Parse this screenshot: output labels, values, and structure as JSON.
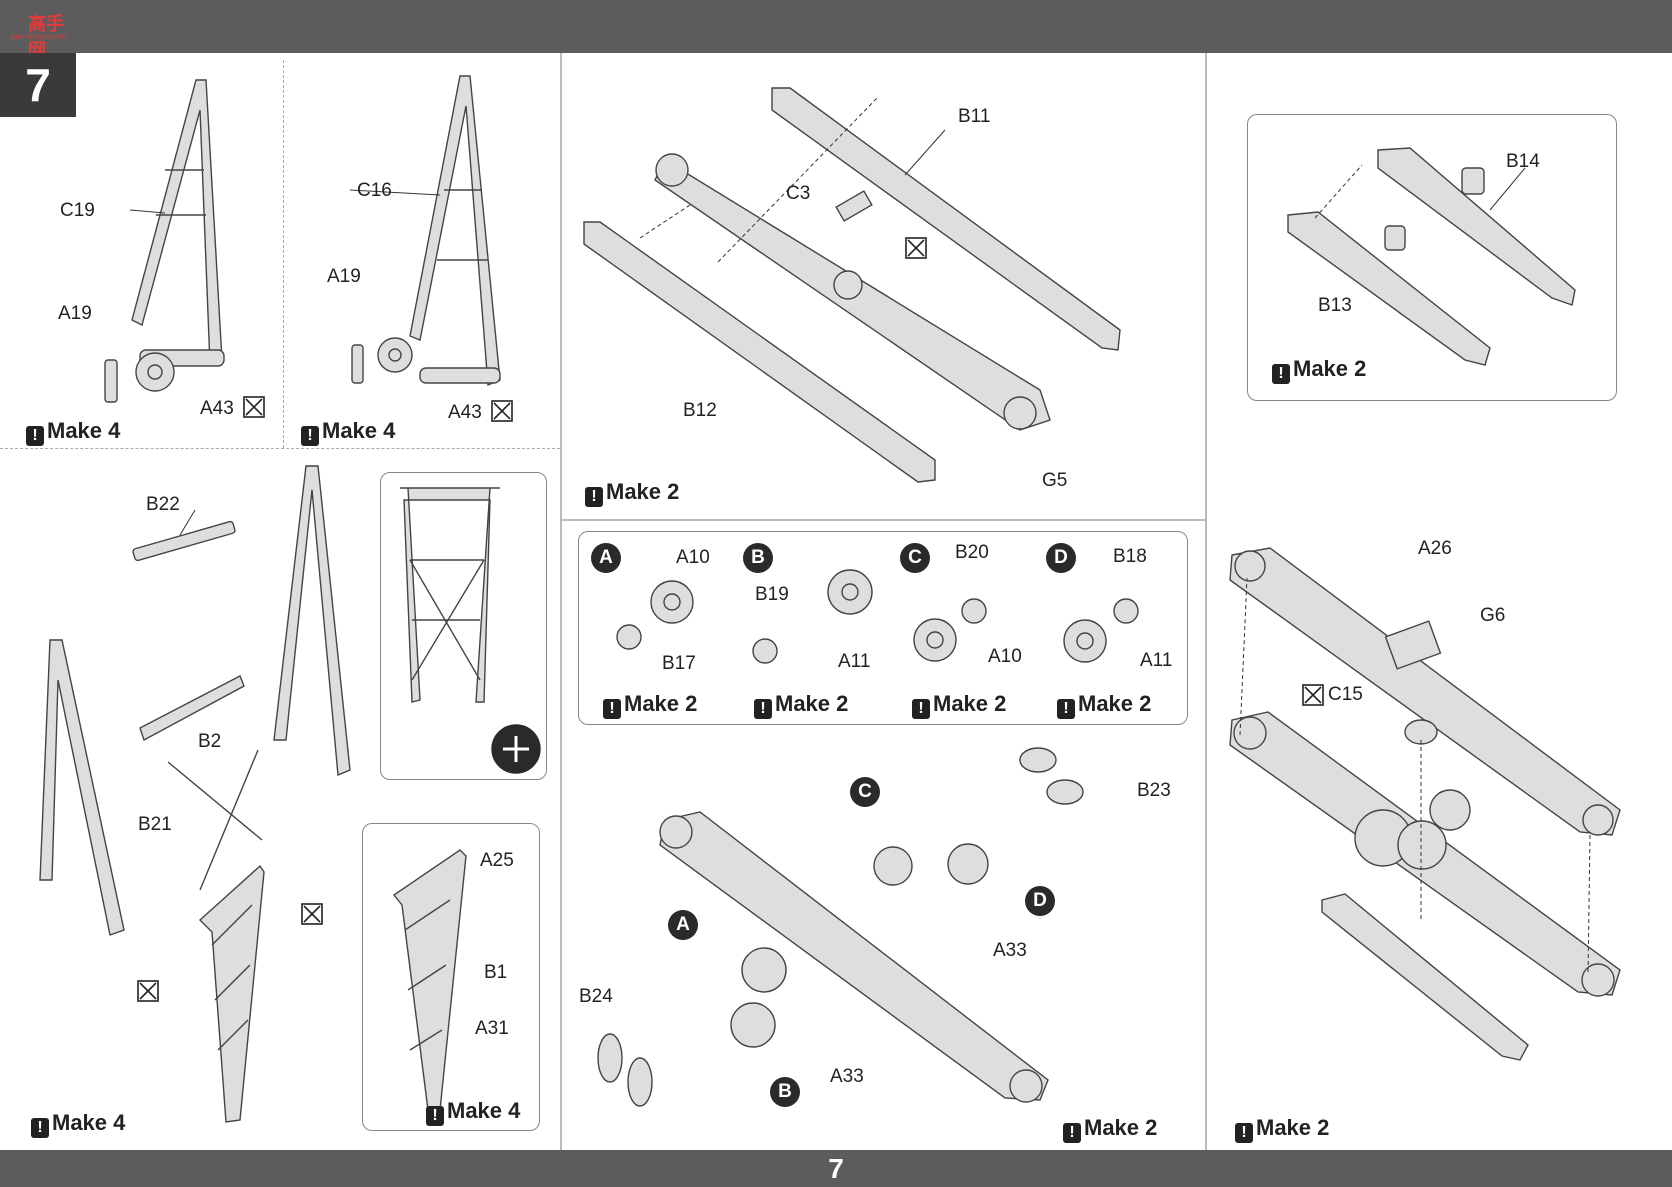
{
  "header": {
    "site_mark": "高手网",
    "site_url": "gao-shou.com"
  },
  "step": {
    "number": "7"
  },
  "footer": {
    "page_number": "7"
  },
  "labels": {
    "c19": "C19",
    "a19_a": "A19",
    "a43_a": "A43",
    "c16": "C16",
    "a19_b": "A19",
    "a43_b": "A43",
    "b11": "B11",
    "c3": "C3",
    "b12": "B12",
    "g5": "G5",
    "b14": "B14",
    "b13": "B13",
    "b22": "B22",
    "b2": "B2",
    "b21": "B21",
    "a25": "A25",
    "b1": "B1",
    "a31": "A31",
    "sub_a": "A",
    "a10": "A10",
    "b17": "B17",
    "sub_b": "B",
    "b19": "B19",
    "a11_b": "A11",
    "sub_c": "C",
    "b20": "B20",
    "a10_c": "A10",
    "sub_d": "D",
    "b18": "B18",
    "a11_d": "A11",
    "b23": "B23",
    "circ_c": "C",
    "circ_d": "D",
    "circ_a": "A",
    "circ_b": "B",
    "a33_a": "A33",
    "a33_b": "A33",
    "b24": "B24",
    "a26": "A26",
    "g6": "G6",
    "c15": "C15"
  },
  "make_notes": {
    "m1": "Make 4",
    "m2": "Make 4",
    "m3": "Make 2",
    "m4": "Make 2",
    "m5": "Make 4",
    "m6": "Make 4",
    "ma": "Make 2",
    "mb": "Make 2",
    "mc": "Make 2",
    "md": "Make 2",
    "m7": "Make 2",
    "m8": "Make 2"
  }
}
